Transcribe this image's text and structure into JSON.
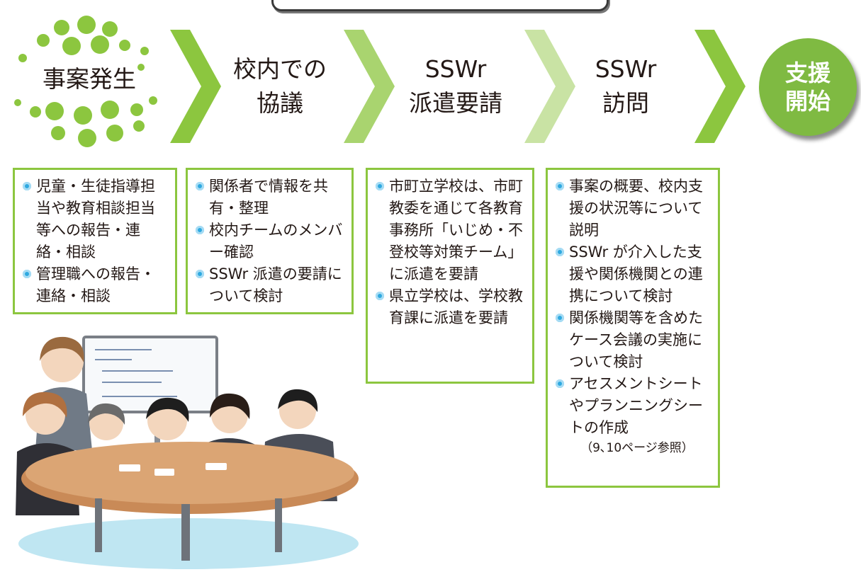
{
  "colors": {
    "accent_green": "#8cc63f",
    "goal_green": "#7fba42",
    "bullet_blue": "#2fa9e0"
  },
  "flow": {
    "start": "事案発生",
    "steps": [
      {
        "line1": "校内での",
        "line2": "協議"
      },
      {
        "line1": "SSWr",
        "line2": "派遣要請"
      },
      {
        "line1": "SSWr",
        "line2": "訪問"
      }
    ],
    "goal": {
      "line1": "支援",
      "line2": "開始"
    }
  },
  "boxes": [
    {
      "items": [
        "児童・生徒指導担当や教育相談担当等への報告・連絡・相談",
        "管理職への報告・連絡・相談"
      ]
    },
    {
      "items": [
        "関係者で情報を共有・整理",
        "校内チームのメンバー確認",
        "SSWr 派遣の要請について検討"
      ]
    },
    {
      "items": [
        "市町立学校は、市町教委を通じて各教育事務所「いじめ・不登校等対策チーム」に派遣を要請",
        "県立学校は、学校教育課に派遣を要請"
      ]
    },
    {
      "items": [
        "事案の概要、校内支援の状況等について説明",
        "SSWr が介入した支援や関係機関との連携について検討",
        "関係機関等を含めたケース会議の実施について検討",
        "アセスメントシートやプランニングシートの作成"
      ],
      "note": "（9､10ページ参照）"
    }
  ],
  "illustration": {
    "icon": "meeting-illustration-icon"
  }
}
